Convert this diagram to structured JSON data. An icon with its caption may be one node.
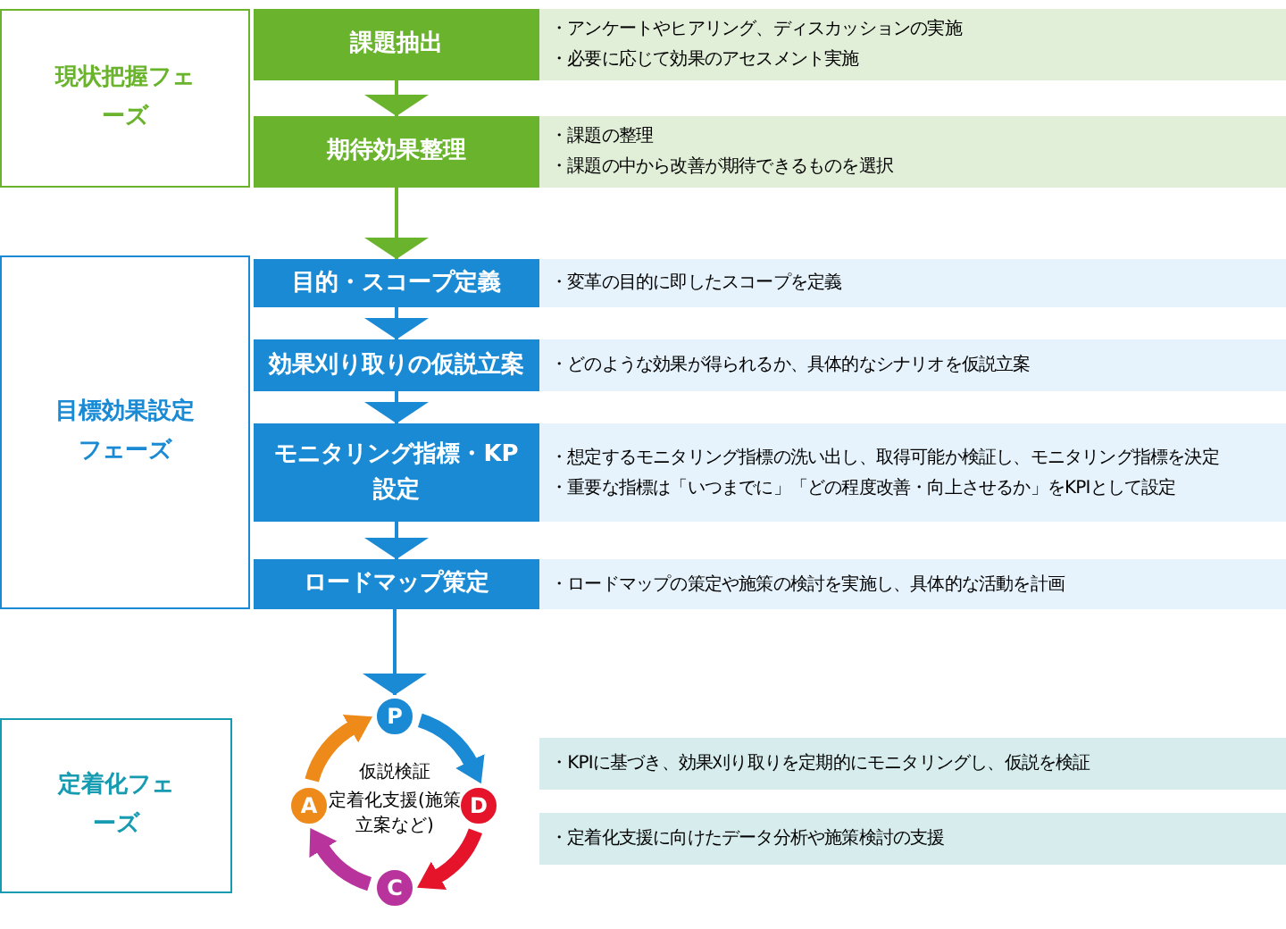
{
  "diagram": {
    "nodes": [
      {
        "text": [
          "現状把握フェーズ"
        ]
      },
      {
        "text": [
          "課題抽出"
        ]
      },
      {
        "text": [
          "・アンケートやヒアリング、ディスカッションの実施",
          "・必要に応じて効果のアセスメント実施"
        ]
      },
      {
        "text": [
          "期待効果整理"
        ]
      },
      {
        "text": [
          "・課題の整理",
          "・課題の中から改善が期待できるものを選択"
        ]
      },
      {
        "text": [
          "目標効果設定フェーズ"
        ]
      },
      {
        "text": [
          "目的・スコープ定義"
        ]
      },
      {
        "text": [
          "・変革の目的に即したスコープを定義"
        ]
      },
      {
        "text": [
          "効果刈り取りの仮説立案"
        ]
      },
      {
        "text": [
          "・どのような効果が得られるか、具体的なシナリオを仮説立案"
        ]
      },
      {
        "text": [
          "モニタリング指標・KP設定"
        ]
      },
      {
        "text": [
          "・想定するモニタリング指標の洗い出し、取得可能か検証し、モニタリング指標を決定",
          "・重要な指標は「いつまでに」「どの程度改善・向上させるか」をKPIとして設定"
        ]
      },
      {
        "text": [
          "ロードマップ策定"
        ]
      },
      {
        "text": [
          "・ロードマップの策定や施策の検討を実施し、具体的な活動を計画"
        ]
      },
      {
        "text": [
          "定着化フェーズ"
        ]
      },
      {
        "text": [
          "P"
        ]
      },
      {
        "text": [
          "D"
        ]
      },
      {
        "text": [
          "C"
        ]
      },
      {
        "text": [
          "A"
        ]
      },
      {
        "text": [
          "・KPIに基づき、効果刈り取りを定期的にモニタリングし、仮説を検証"
        ]
      },
      {
        "text": [
          "・定着化支援に向けたデータ分析や施策検討の支援"
        ]
      }
    ],
    "edges": [
      {
        "from": 1,
        "to": 3,
        "arrow": "to",
        "color": "#6ab42d"
      },
      {
        "from": 3,
        "to": 6,
        "arrow": "to",
        "color": "#6ab42d"
      },
      {
        "from": 6,
        "to": 8,
        "arrow": "to"
      },
      {
        "from": 8,
        "to": 10,
        "arrow": "to"
      },
      {
        "from": 10,
        "to": 12,
        "arrow": "to"
      },
      {
        "from": 12,
        "to": 15,
        "arrow": "to"
      },
      {
        "from": 15,
        "to": 16,
        "arrow": "to",
        "style": "thick"
      },
      {
        "from": 16,
        "to": 17,
        "arrow": "to",
        "style": "thick",
        "color": "#e5142a"
      },
      {
        "from": 17,
        "to": 18,
        "arrow": "to",
        "style": "thick",
        "color": "#b8339b"
      },
      {
        "from": 18,
        "to": 15,
        "arrow": "to",
        "style": "thick",
        "color": "#ee8a1a"
      }
    ],
    "labels": [
      "仮説検証",
      "定着化支援(施策立案など)"
    ]
  }
}
